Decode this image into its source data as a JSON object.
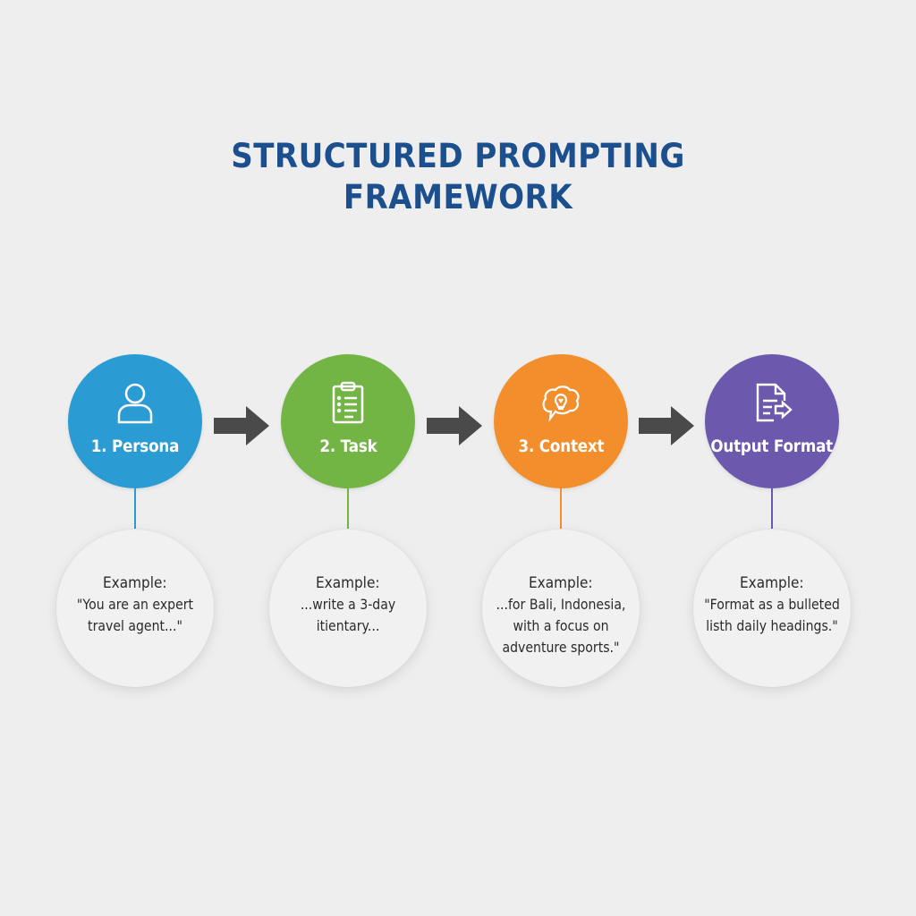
{
  "title": {
    "line1": "STRUCTURED PROMPTING",
    "line2": "FRAMEWORK",
    "color": "#1c4f8e"
  },
  "arrow_color": "#4a4a4a",
  "steps": [
    {
      "label": "1. Persona",
      "icon": "person-icon",
      "color": "#2a9bd3",
      "example_heading": "Example:",
      "example_text": "\"You are an expert\ntravel agent...\""
    },
    {
      "label": "2. Task",
      "icon": "clipboard-list-icon",
      "color": "#72b545",
      "example_heading": "Example:",
      "example_text": "...write a 3-day\nitientary..."
    },
    {
      "label": "3. Context",
      "icon": "lightbulb-speech-bubble-icon",
      "color": "#f28f2c",
      "example_heading": "Example:",
      "example_text": "...for Bali, Indonesia,\nwith a focus on\nadventure sports.\""
    },
    {
      "label": "Output Format",
      "icon": "document-export-icon",
      "color": "#6c59ae",
      "example_heading": "Example:",
      "example_text": "\"Format as a bulleted\nlisth daily headings.\""
    }
  ]
}
